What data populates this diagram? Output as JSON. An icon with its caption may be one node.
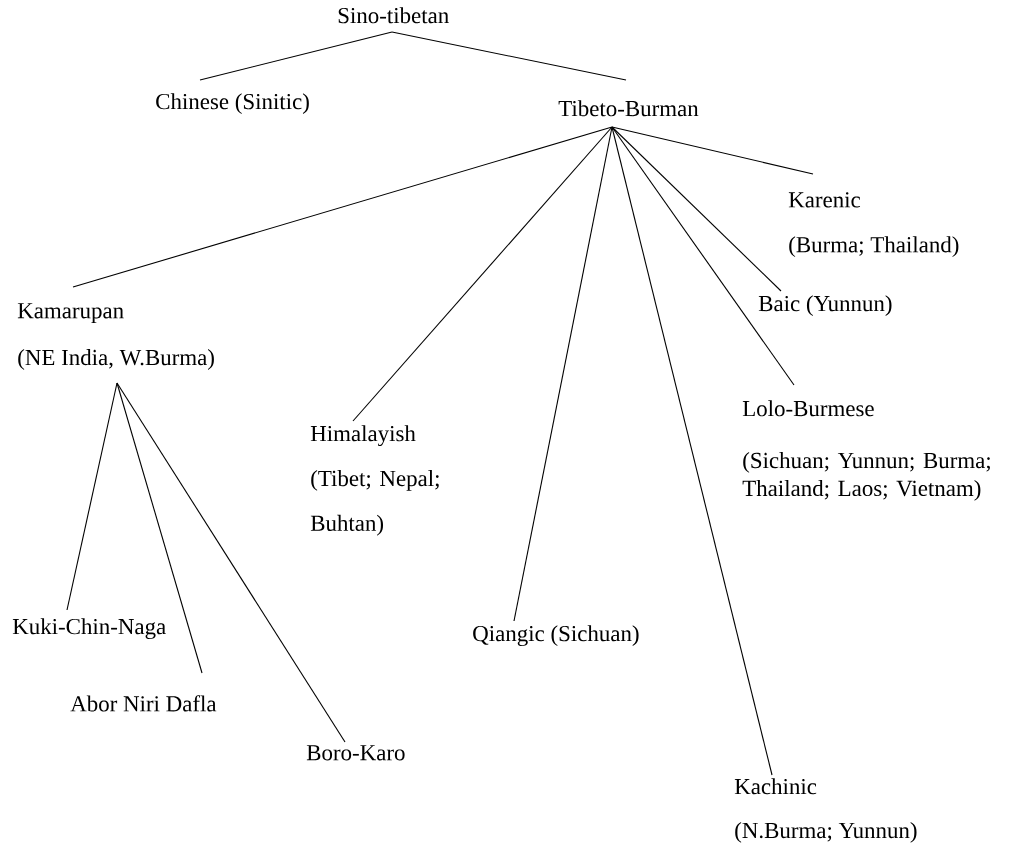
{
  "diagram": {
    "nodes": [
      {
        "text": [
          "Sino-tibetan"
        ]
      },
      {
        "text": [
          "Chinese (Sinitic)"
        ]
      },
      {
        "text": [
          "Tibeto-Burman"
        ]
      },
      {
        "text": [
          "Kamarupan",
          "(NE India, W.Burma)"
        ]
      },
      {
        "text": [
          "Karenic",
          "(Burma; Thailand)"
        ]
      },
      {
        "text": [
          "Baic (Yunnun)"
        ]
      },
      {
        "text": [
          "Lolo-Burmese",
          "(Sichuan; Yunnun; Burma; Thailand; Laos; Vietnam)"
        ]
      },
      {
        "text": [
          "Himalayish",
          "(Tibet; Nepal; Buhtan)"
        ]
      },
      {
        "text": [
          "Qiangic (Sichuan)"
        ]
      },
      {
        "text": [
          "Kachinic",
          "(N.Burma; Yunnun)"
        ]
      },
      {
        "text": [
          "Kuki-Chin-Naga"
        ]
      },
      {
        "text": [
          "Abor Niri Dafla"
        ]
      },
      {
        "text": [
          "Boro-Karo"
        ]
      }
    ],
    "edges": [
      {
        "from": 0,
        "to": 1,
        "arrow": "none"
      },
      {
        "from": 0,
        "to": 2,
        "arrow": "none"
      },
      {
        "from": 2,
        "to": 3,
        "arrow": "none"
      },
      {
        "from": 2,
        "to": 4,
        "arrow": "none"
      },
      {
        "from": 2,
        "to": 5,
        "arrow": "none"
      },
      {
        "from": 2,
        "to": 6,
        "arrow": "none"
      },
      {
        "from": 2,
        "to": 7,
        "arrow": "none"
      },
      {
        "from": 2,
        "to": 8,
        "arrow": "none"
      },
      {
        "from": 2,
        "to": 9,
        "arrow": "none"
      },
      {
        "from": 3,
        "to": 10,
        "arrow": "none"
      },
      {
        "from": 3,
        "to": 11,
        "arrow": "none"
      },
      {
        "from": 3,
        "to": 12,
        "arrow": "none"
      }
    ]
  }
}
